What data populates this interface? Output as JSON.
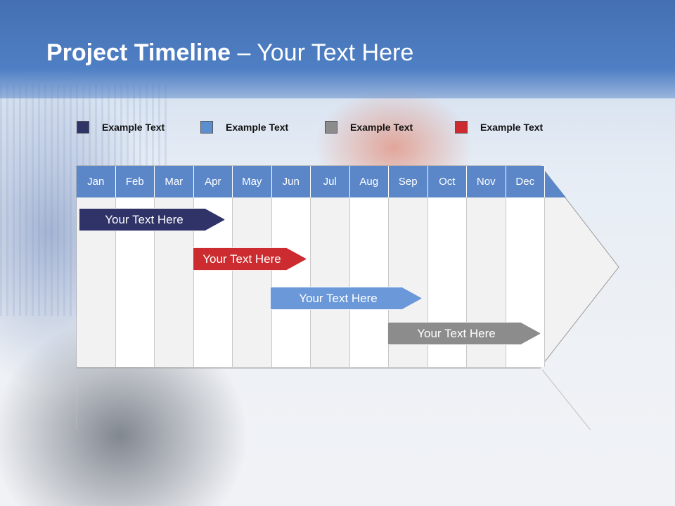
{
  "title": {
    "bold": "Project Timeline",
    "rest": " – Your Text Here"
  },
  "legend": [
    {
      "label": "Example Text",
      "color": "#2f3368"
    },
    {
      "label": "Example Text",
      "color": "#5b8fd0"
    },
    {
      "label": "Example Text",
      "color": "#8c8c8c"
    },
    {
      "label": "Example Text",
      "color": "#cc2b2f"
    }
  ],
  "months": [
    "Jan",
    "Feb",
    "Mar",
    "Apr",
    "May",
    "Jun",
    "Jul",
    "Aug",
    "Sep",
    "Oct",
    "Nov",
    "Dec"
  ],
  "tasks": [
    {
      "label": "Your  Text Here",
      "color": "#2f3368"
    },
    {
      "label": "Your  Text Here",
      "color": "#cc2b2f"
    },
    {
      "label": "Your  Text Here",
      "color": "#6a98d8"
    },
    {
      "label": "Your  Text Here",
      "color": "#8c8c8c"
    }
  ],
  "colors": {
    "header": "#4f7fc4",
    "month_header": "#5b87c9"
  }
}
